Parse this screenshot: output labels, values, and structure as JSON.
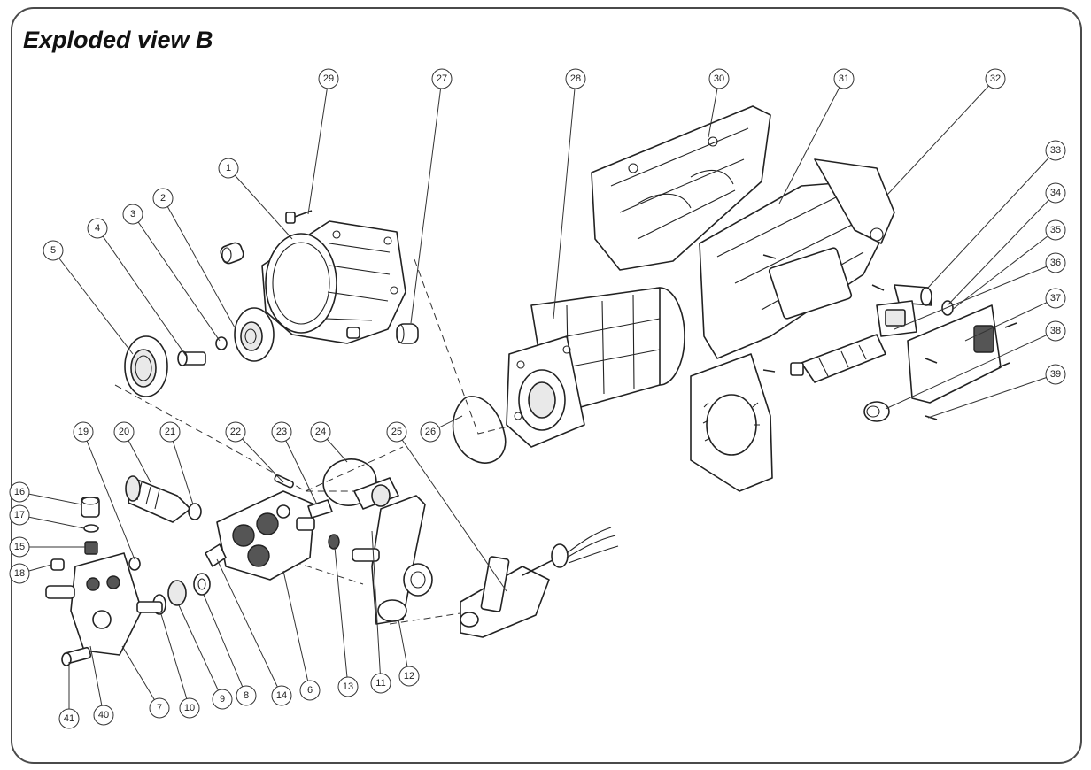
{
  "title": "Exploded view B",
  "callout_labels": [
    "1",
    "2",
    "3",
    "4",
    "5",
    "6",
    "7",
    "8",
    "9",
    "10",
    "11",
    "12",
    "13",
    "14",
    "15",
    "16",
    "17",
    "18",
    "19",
    "20",
    "21",
    "22",
    "23",
    "24",
    "25",
    "26",
    "27",
    "28",
    "29",
    "30",
    "31",
    "32",
    "33",
    "34",
    "35",
    "36",
    "37",
    "38",
    "39",
    "40",
    "41"
  ]
}
